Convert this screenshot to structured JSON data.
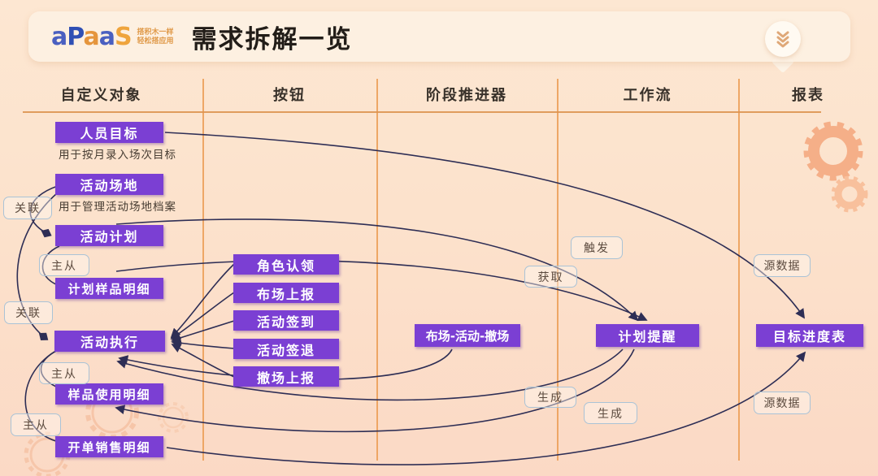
{
  "header": {
    "logo_letters": [
      "a",
      "P",
      "a",
      "a",
      "S"
    ],
    "logo_colors": [
      "#4a5fc0",
      "#2f4fb4",
      "#e5953c",
      "#4a5fc0",
      "#efa43c"
    ],
    "tagline_line1": "搭积木一样",
    "tagline_line2": "轻松搭应用",
    "title": "需求拆解一览",
    "chevron_icon": "chevron-triple-down"
  },
  "columns": [
    {
      "label": "自定义对象"
    },
    {
      "label": "按钮"
    },
    {
      "label": "阶段推进器"
    },
    {
      "label": "工作流"
    },
    {
      "label": "报表"
    }
  ],
  "objects": [
    {
      "label": "人员目标",
      "caption": "用于按月录入场次目标"
    },
    {
      "label": "活动场地",
      "caption": "用于管理活动场地档案"
    },
    {
      "label": "活动计划",
      "caption": ""
    },
    {
      "label": "计划样品明细",
      "caption": ""
    },
    {
      "label": "活动执行",
      "caption": ""
    },
    {
      "label": "样品使用明细",
      "caption": ""
    },
    {
      "label": "开单销售明细",
      "caption": ""
    }
  ],
  "buttons": [
    {
      "label": "角色认领"
    },
    {
      "label": "布场上报"
    },
    {
      "label": "活动签到"
    },
    {
      "label": "活动签退"
    },
    {
      "label": "撤场上报"
    }
  ],
  "stage": {
    "label": "布场-活动-撤场"
  },
  "workflow": {
    "label": "计划提醒"
  },
  "report": {
    "label": "目标进度表"
  },
  "relation_labels": {
    "guanlian1": "关联",
    "zhucong1": "主从",
    "guanlian2": "关联",
    "zhucong2": "主从",
    "zhucong3": "主从",
    "chufa": "触发",
    "huoqu": "获取",
    "shengcheng1": "生成",
    "shengcheng2": "生成",
    "yuanshuju_top": "源数据",
    "yuanshuju_bottom": "源数据"
  },
  "colors": {
    "background": "#fce2cc",
    "node_purple": "#7b3fd3",
    "arrow": "#2e2e55",
    "divider_orange": "#eb9c53",
    "label_border": "#aac3d6",
    "gear_decoration": "#f5af88"
  }
}
